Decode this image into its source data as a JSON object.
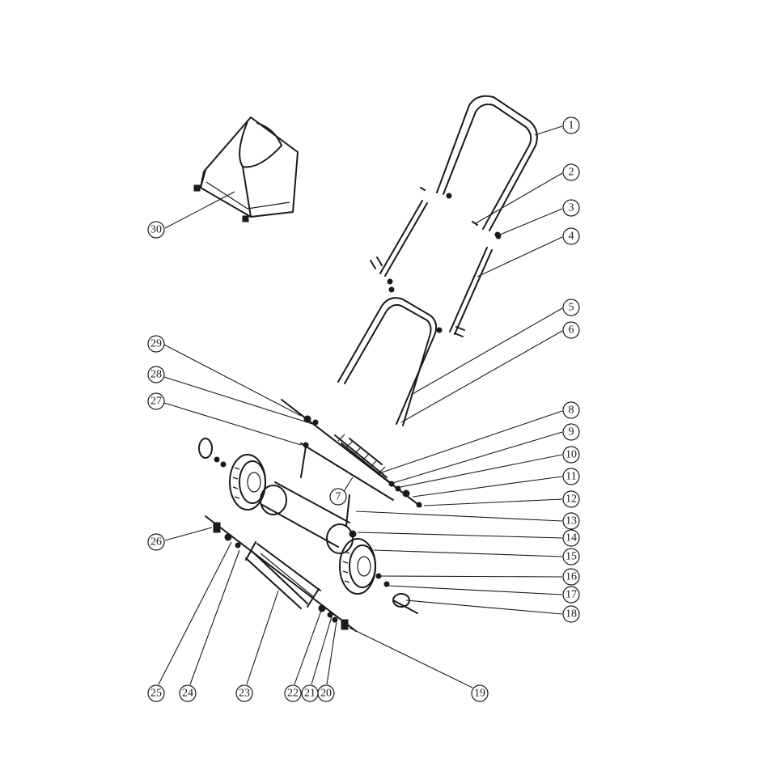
{
  "callouts": [
    {
      "id": "1",
      "label": "1"
    },
    {
      "id": "2",
      "label": "2"
    },
    {
      "id": "3",
      "label": "3"
    },
    {
      "id": "4",
      "label": "4"
    },
    {
      "id": "5",
      "label": "5"
    },
    {
      "id": "6",
      "label": "6"
    },
    {
      "id": "7",
      "label": "7"
    },
    {
      "id": "8",
      "label": "8"
    },
    {
      "id": "9",
      "label": "9"
    },
    {
      "id": "10",
      "label": "10"
    },
    {
      "id": "11",
      "label": "11"
    },
    {
      "id": "12",
      "label": "12"
    },
    {
      "id": "13",
      "label": "13"
    },
    {
      "id": "14",
      "label": "14"
    },
    {
      "id": "15",
      "label": "15"
    },
    {
      "id": "16",
      "label": "16"
    },
    {
      "id": "17",
      "label": "17"
    },
    {
      "id": "18",
      "label": "18"
    },
    {
      "id": "19",
      "label": "19"
    },
    {
      "id": "20",
      "label": "20"
    },
    {
      "id": "21",
      "label": "21"
    },
    {
      "id": "22",
      "label": "22"
    },
    {
      "id": "23",
      "label": "23"
    },
    {
      "id": "24",
      "label": "24"
    },
    {
      "id": "25",
      "label": "25"
    },
    {
      "id": "26",
      "label": "26"
    },
    {
      "id": "27",
      "label": "27"
    },
    {
      "id": "28",
      "label": "28"
    },
    {
      "id": "29",
      "label": "29"
    },
    {
      "id": "30",
      "label": "30"
    }
  ]
}
